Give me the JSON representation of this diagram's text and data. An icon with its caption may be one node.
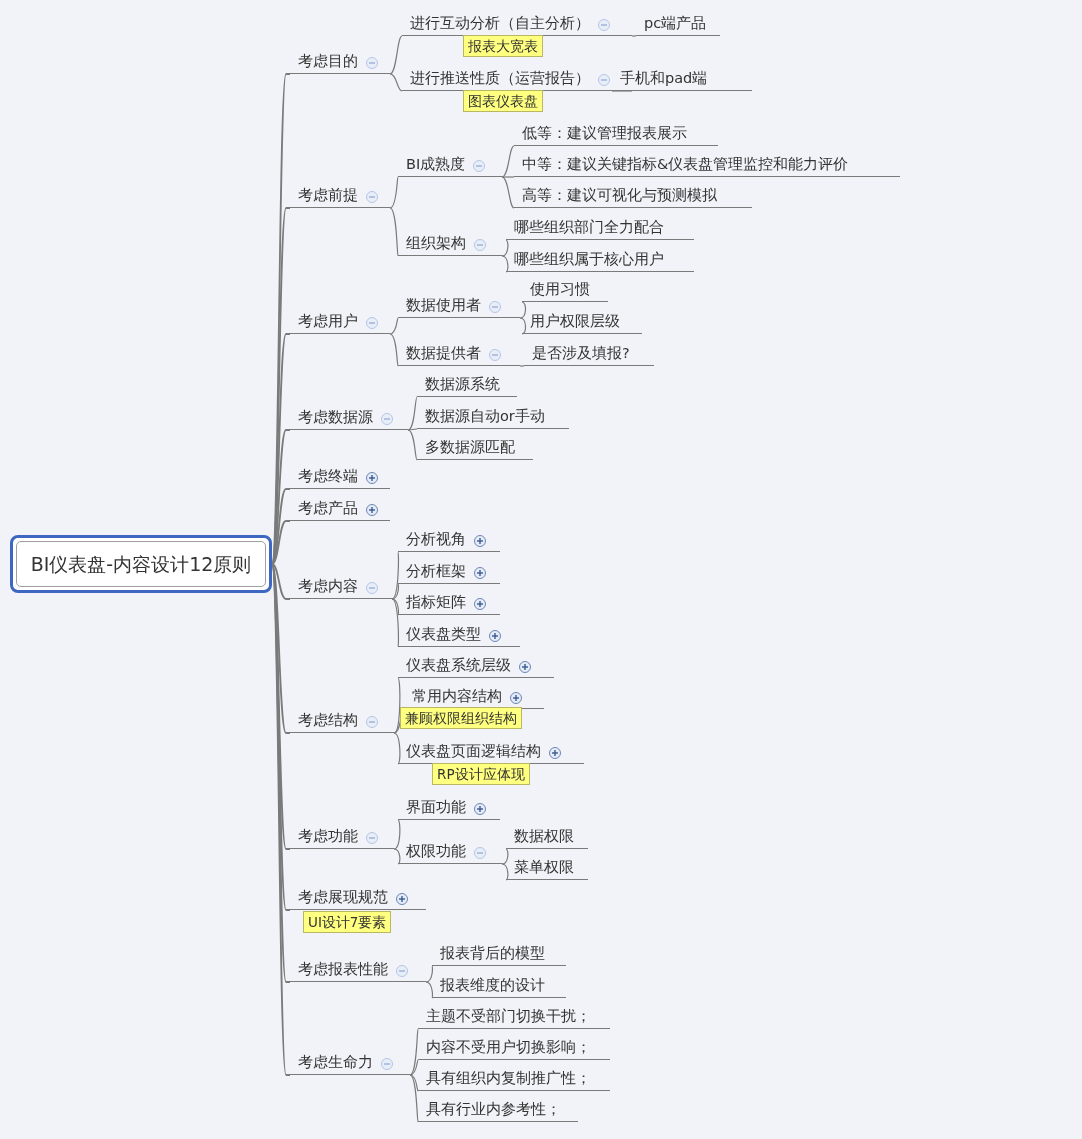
{
  "diagram": {
    "nodes": [
      {
        "text": [
          "BI仪表盘-内容设计12原则"
        ]
      },
      {
        "text": [
          "考虑目的"
        ]
      },
      {
        "text": [
          "进行互动分析（自主分析）"
        ],
        "beside": [
          "报表大宽表"
        ]
      },
      {
        "text": [
          "pc端产品"
        ]
      },
      {
        "text": [
          "进行推送性质（运营报告）"
        ],
        "beside": [
          "图表仪表盘"
        ]
      },
      {
        "text": [
          "手机和pad端"
        ]
      },
      {
        "text": [
          "考虑前提"
        ]
      },
      {
        "text": [
          "BI成熟度"
        ]
      },
      {
        "text": [
          "低等：建议管理报表展示"
        ]
      },
      {
        "text": [
          "中等：建议关键指标&仪表盘管理监控和能力评价"
        ]
      },
      {
        "text": [
          "高等：建议可视化与预测模拟"
        ]
      },
      {
        "text": [
          "组织架构"
        ]
      },
      {
        "text": [
          "哪些组织部门全力配合"
        ]
      },
      {
        "text": [
          "哪些组织属于核心用户"
        ]
      },
      {
        "text": [
          "考虑用户"
        ]
      },
      {
        "text": [
          "数据使用者"
        ]
      },
      {
        "text": [
          "使用习惯"
        ]
      },
      {
        "text": [
          "用户权限层级"
        ]
      },
      {
        "text": [
          "数据提供者"
        ]
      },
      {
        "text": [
          "是否涉及填报?"
        ]
      },
      {
        "text": [
          "考虑数据源"
        ]
      },
      {
        "text": [
          "数据源系统"
        ]
      },
      {
        "text": [
          "数据源自动or手动"
        ]
      },
      {
        "text": [
          "多数据源匹配"
        ]
      },
      {
        "text": [
          "考虑终端"
        ]
      },
      {
        "text": [
          "考虑产品"
        ]
      },
      {
        "text": [
          "考虑内容"
        ]
      },
      {
        "text": [
          "分析视角"
        ]
      },
      {
        "text": [
          "分析框架"
        ]
      },
      {
        "text": [
          "指标矩阵"
        ]
      },
      {
        "text": [
          "仪表盘类型"
        ]
      },
      {
        "text": [
          "考虑结构"
        ]
      },
      {
        "text": [
          "仪表盘系统层级"
        ]
      },
      {
        "text": [
          "常用内容结构"
        ],
        "beside": [
          "兼顾权限组织结构"
        ]
      },
      {
        "text": [
          "仪表盘页面逻辑结构"
        ],
        "beside": [
          "RP设计应体现"
        ]
      },
      {
        "text": [
          "考虑功能"
        ]
      },
      {
        "text": [
          "界面功能"
        ]
      },
      {
        "text": [
          "权限功能"
        ]
      },
      {
        "text": [
          "数据权限"
        ]
      },
      {
        "text": [
          "菜单权限"
        ]
      },
      {
        "text": [
          "考虑展现规范"
        ],
        "beside": [
          "UI设计7要素"
        ]
      },
      {
        "text": [
          "考虑报表性能"
        ]
      },
      {
        "text": [
          "报表背后的模型"
        ]
      },
      {
        "text": [
          "报表维度的设计"
        ]
      },
      {
        "text": [
          "考虑生命力"
        ]
      },
      {
        "text": [
          "主题不受部门切换干扰；"
        ]
      },
      {
        "text": [
          "内容不受用户切换影响；"
        ]
      },
      {
        "text": [
          "具有组织内复制推广性；"
        ]
      },
      {
        "text": [
          "具有行业内参考性；"
        ]
      }
    ],
    "edges": [
      {
        "from": 0,
        "to": 1,
        "arrow": "none"
      },
      {
        "from": 1,
        "to": 2,
        "arrow": "none"
      },
      {
        "from": 2,
        "to": 3,
        "arrow": "none"
      },
      {
        "from": 1,
        "to": 4,
        "arrow": "none"
      },
      {
        "from": 4,
        "to": 5,
        "arrow": "none"
      },
      {
        "from": 0,
        "to": 6,
        "arrow": "none"
      },
      {
        "from": 6,
        "to": 7,
        "arrow": "none"
      },
      {
        "from": 7,
        "to": 8,
        "arrow": "none"
      },
      {
        "from": 7,
        "to": 9,
        "arrow": "none"
      },
      {
        "from": 7,
        "to": 10,
        "arrow": "none"
      },
      {
        "from": 6,
        "to": 11,
        "arrow": "none"
      },
      {
        "from": 11,
        "to": 12,
        "arrow": "none"
      },
      {
        "from": 11,
        "to": 13,
        "arrow": "none"
      },
      {
        "from": 0,
        "to": 14,
        "arrow": "none"
      },
      {
        "from": 14,
        "to": 15,
        "arrow": "none"
      },
      {
        "from": 15,
        "to": 16,
        "arrow": "none"
      },
      {
        "from": 15,
        "to": 17,
        "arrow": "none"
      },
      {
        "from": 14,
        "to": 18,
        "arrow": "none"
      },
      {
        "from": 18,
        "to": 19,
        "arrow": "none"
      },
      {
        "from": 0,
        "to": 20,
        "arrow": "none"
      },
      {
        "from": 20,
        "to": 21,
        "arrow": "none"
      },
      {
        "from": 20,
        "to": 22,
        "arrow": "none"
      },
      {
        "from": 20,
        "to": 23,
        "arrow": "none"
      },
      {
        "from": 0,
        "to": 24,
        "arrow": "none"
      },
      {
        "from": 0,
        "to": 25,
        "arrow": "none"
      },
      {
        "from": 0,
        "to": 26,
        "arrow": "none"
      },
      {
        "from": 26,
        "to": 27,
        "arrow": "none"
      },
      {
        "from": 26,
        "to": 28,
        "arrow": "none"
      },
      {
        "from": 26,
        "to": 29,
        "arrow": "none"
      },
      {
        "from": 26,
        "to": 30,
        "arrow": "none"
      },
      {
        "from": 0,
        "to": 31,
        "arrow": "none"
      },
      {
        "from": 31,
        "to": 32,
        "arrow": "none"
      },
      {
        "from": 31,
        "to": 33,
        "arrow": "none"
      },
      {
        "from": 31,
        "to": 34,
        "arrow": "none"
      },
      {
        "from": 0,
        "to": 35,
        "arrow": "none"
      },
      {
        "from": 35,
        "to": 36,
        "arrow": "none"
      },
      {
        "from": 35,
        "to": 37,
        "arrow": "none"
      },
      {
        "from": 37,
        "to": 38,
        "arrow": "none"
      },
      {
        "from": 37,
        "to": 39,
        "arrow": "none"
      },
      {
        "from": 0,
        "to": 40,
        "arrow": "none"
      },
      {
        "from": 0,
        "to": 41,
        "arrow": "none"
      },
      {
        "from": 41,
        "to": 42,
        "arrow": "none"
      },
      {
        "from": 41,
        "to": 43,
        "arrow": "none"
      },
      {
        "from": 0,
        "to": 44,
        "arrow": "none"
      },
      {
        "from": 44,
        "to": 45,
        "arrow": "none"
      },
      {
        "from": 44,
        "to": 46,
        "arrow": "none"
      },
      {
        "from": 44,
        "to": 47,
        "arrow": "none"
      },
      {
        "from": 44,
        "to": 48,
        "arrow": "none"
      }
    ]
  }
}
